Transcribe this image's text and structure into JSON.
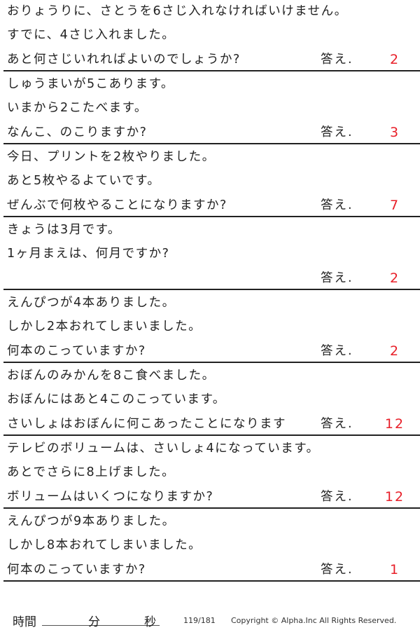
{
  "answer_label": "答え.",
  "problems": [
    {
      "lines": [
        "おりょうりに、さとうを6さじ入れなければいけません。",
        "すでに、4さじ入れました。",
        "あと何さじいれればよいのでしょうか?"
      ],
      "answer": "2"
    },
    {
      "lines": [
        "しゅうまいが5こあります。",
        "いまから2こたべます。",
        "なんこ、のこりますか?"
      ],
      "answer": "3"
    },
    {
      "lines": [
        "今日、プリントを2枚やりました。",
        "あと5枚やるよていです。",
        "ぜんぶで何枚やることになりますか?"
      ],
      "answer": "7"
    },
    {
      "lines": [
        "きょうは3月です。",
        "1ヶ月まえは、何月ですか?",
        ""
      ],
      "answer": "2"
    },
    {
      "lines": [
        "えんぴつが4本ありました。",
        "しかし2本おれてしまいました。",
        "何本のこっていますか?"
      ],
      "answer": "2"
    },
    {
      "lines": [
        "おぼんのみかんを8こ食べました。",
        "おぼんにはあと4このこっています。",
        "さいしょはおぼんに何こあったことになります"
      ],
      "answer": "12"
    },
    {
      "lines": [
        "テレビのボリュームは、さいしょ4になっています。",
        "あとでさらに8上げました。",
        "ボリュームはいくつになりますか?"
      ],
      "answer": "12"
    },
    {
      "lines": [
        "えんぴつが9本ありました。",
        "しかし8本おれてしまいました。",
        "何本のこっていますか?"
      ],
      "answer": "1"
    }
  ],
  "footer": {
    "time_label": "時間",
    "minutes_label": "分",
    "seconds_label": "秒",
    "page": "119/181",
    "copyright": "Copyright ©  Alpha.Inc All Rights Reserved."
  },
  "colors": {
    "answer": "#e8202a",
    "text": "#222222"
  }
}
